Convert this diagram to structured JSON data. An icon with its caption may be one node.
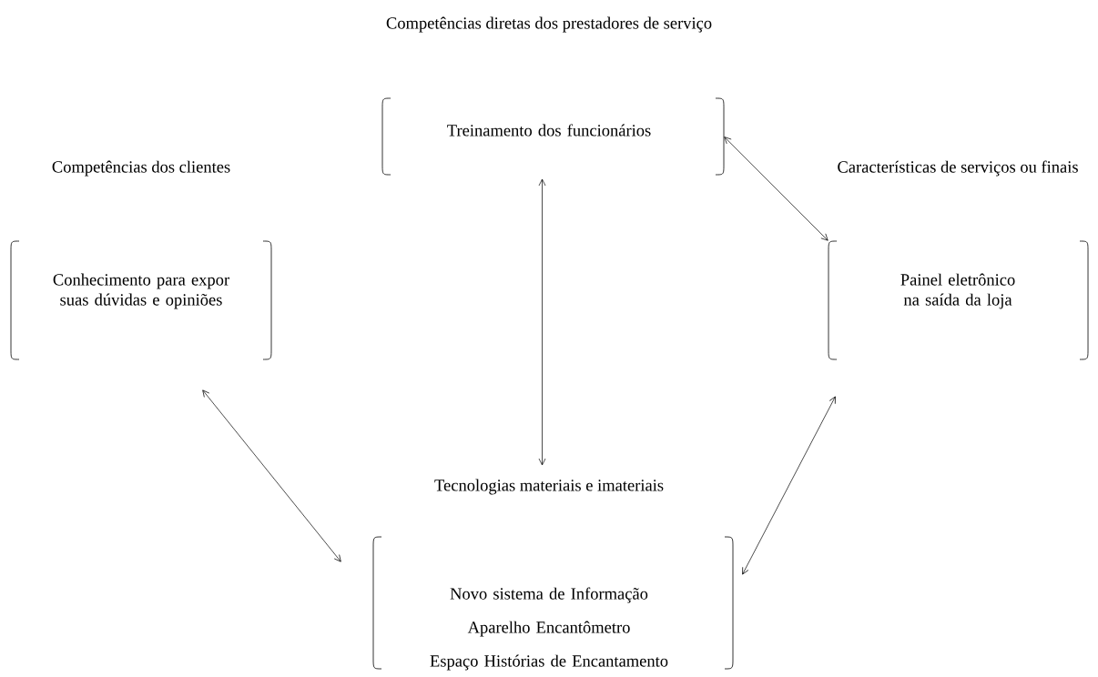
{
  "diagram": {
    "nodes": [
      {
        "text": [
          "Competências diretas dos prestadores de serviço",
          "Treinamento dos funcionários"
        ]
      },
      {
        "text": [
          "Competências dos clientes",
          "Conhecimento para expor suas dúvidas e opiniões"
        ]
      },
      {
        "text": [
          "Características de serviços ou finais",
          "Painel eletrônico na saída da loja"
        ]
      },
      {
        "text": [
          "Tecnologias materiais e imateriais",
          "Novo sistema de Informação",
          "Aparelho Encantômetro",
          "Espaço Histórias de Encantamento"
        ]
      }
    ],
    "edges": [
      {
        "from": 0,
        "to": 2,
        "arrow": "both"
      },
      {
        "from": 0,
        "to": 3,
        "arrow": "both"
      },
      {
        "from": 1,
        "to": 3,
        "arrow": "both"
      },
      {
        "from": 2,
        "to": 3,
        "arrow": "both"
      }
    ]
  }
}
